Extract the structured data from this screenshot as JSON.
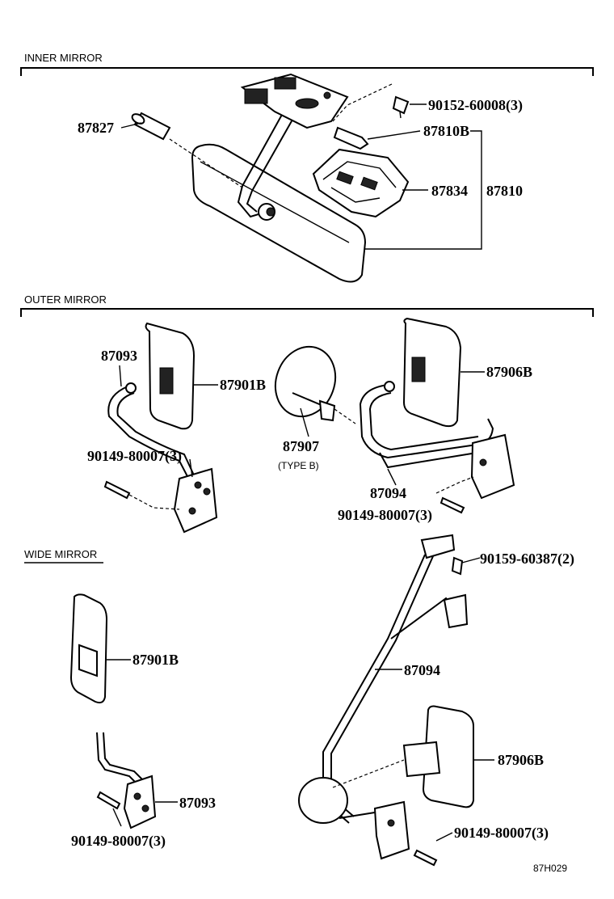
{
  "sections": {
    "inner": "INNER MIRROR",
    "outer": "OUTER MIRROR",
    "wide": "WIDE MIRROR"
  },
  "labels": {
    "p87827": "87827",
    "p90152": "90152-60008(3)",
    "p87810b": "87810B",
    "p87834": "87834",
    "p87810": "87810",
    "p87093_outer": "87093",
    "p87901b_outer": "87901B",
    "p87907": "87907",
    "type_b": "(TYPE B)",
    "p87906b_outer": "87906B",
    "p90149_outer_left": "90149-80007(3)",
    "p87094_outer": "87094",
    "p90149_outer_right": "90149-80007(3)",
    "p90159": "90159-60387(2)",
    "p87901b_wide": "87901B",
    "p87094_wide": "87094",
    "p87906b_wide": "87906B",
    "p87093_wide": "87093",
    "p90149_wide_left": "90149-80007(3)",
    "p90149_wide_right": "90149-80007(3)",
    "figure_code": "87H029"
  }
}
